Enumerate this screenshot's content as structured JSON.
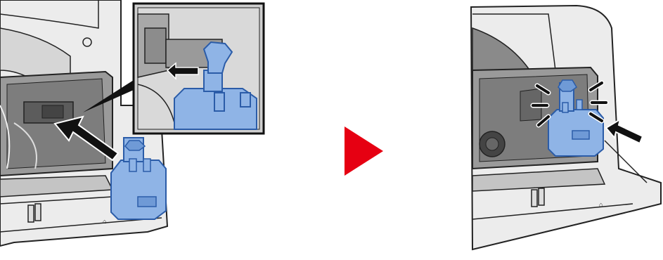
{
  "figure": {
    "panels": [
      {
        "name": "insert-step",
        "icon": "waste-toner-box-insert"
      },
      {
        "name": "inserted-step",
        "icon": "waste-toner-box-clicked-in"
      }
    ],
    "step_arrow_icon": "play-triangle",
    "colors": {
      "machine_fill": "#e9e9e9",
      "machine_shade": "#bdbdbd",
      "machine_dark": "#7a7a7a",
      "outline": "#222222",
      "container_fill": "#8fb4e6",
      "container_stroke": "#2b5ca8",
      "step_arrow": "#e60012",
      "action_arrow": "#111111"
    }
  }
}
